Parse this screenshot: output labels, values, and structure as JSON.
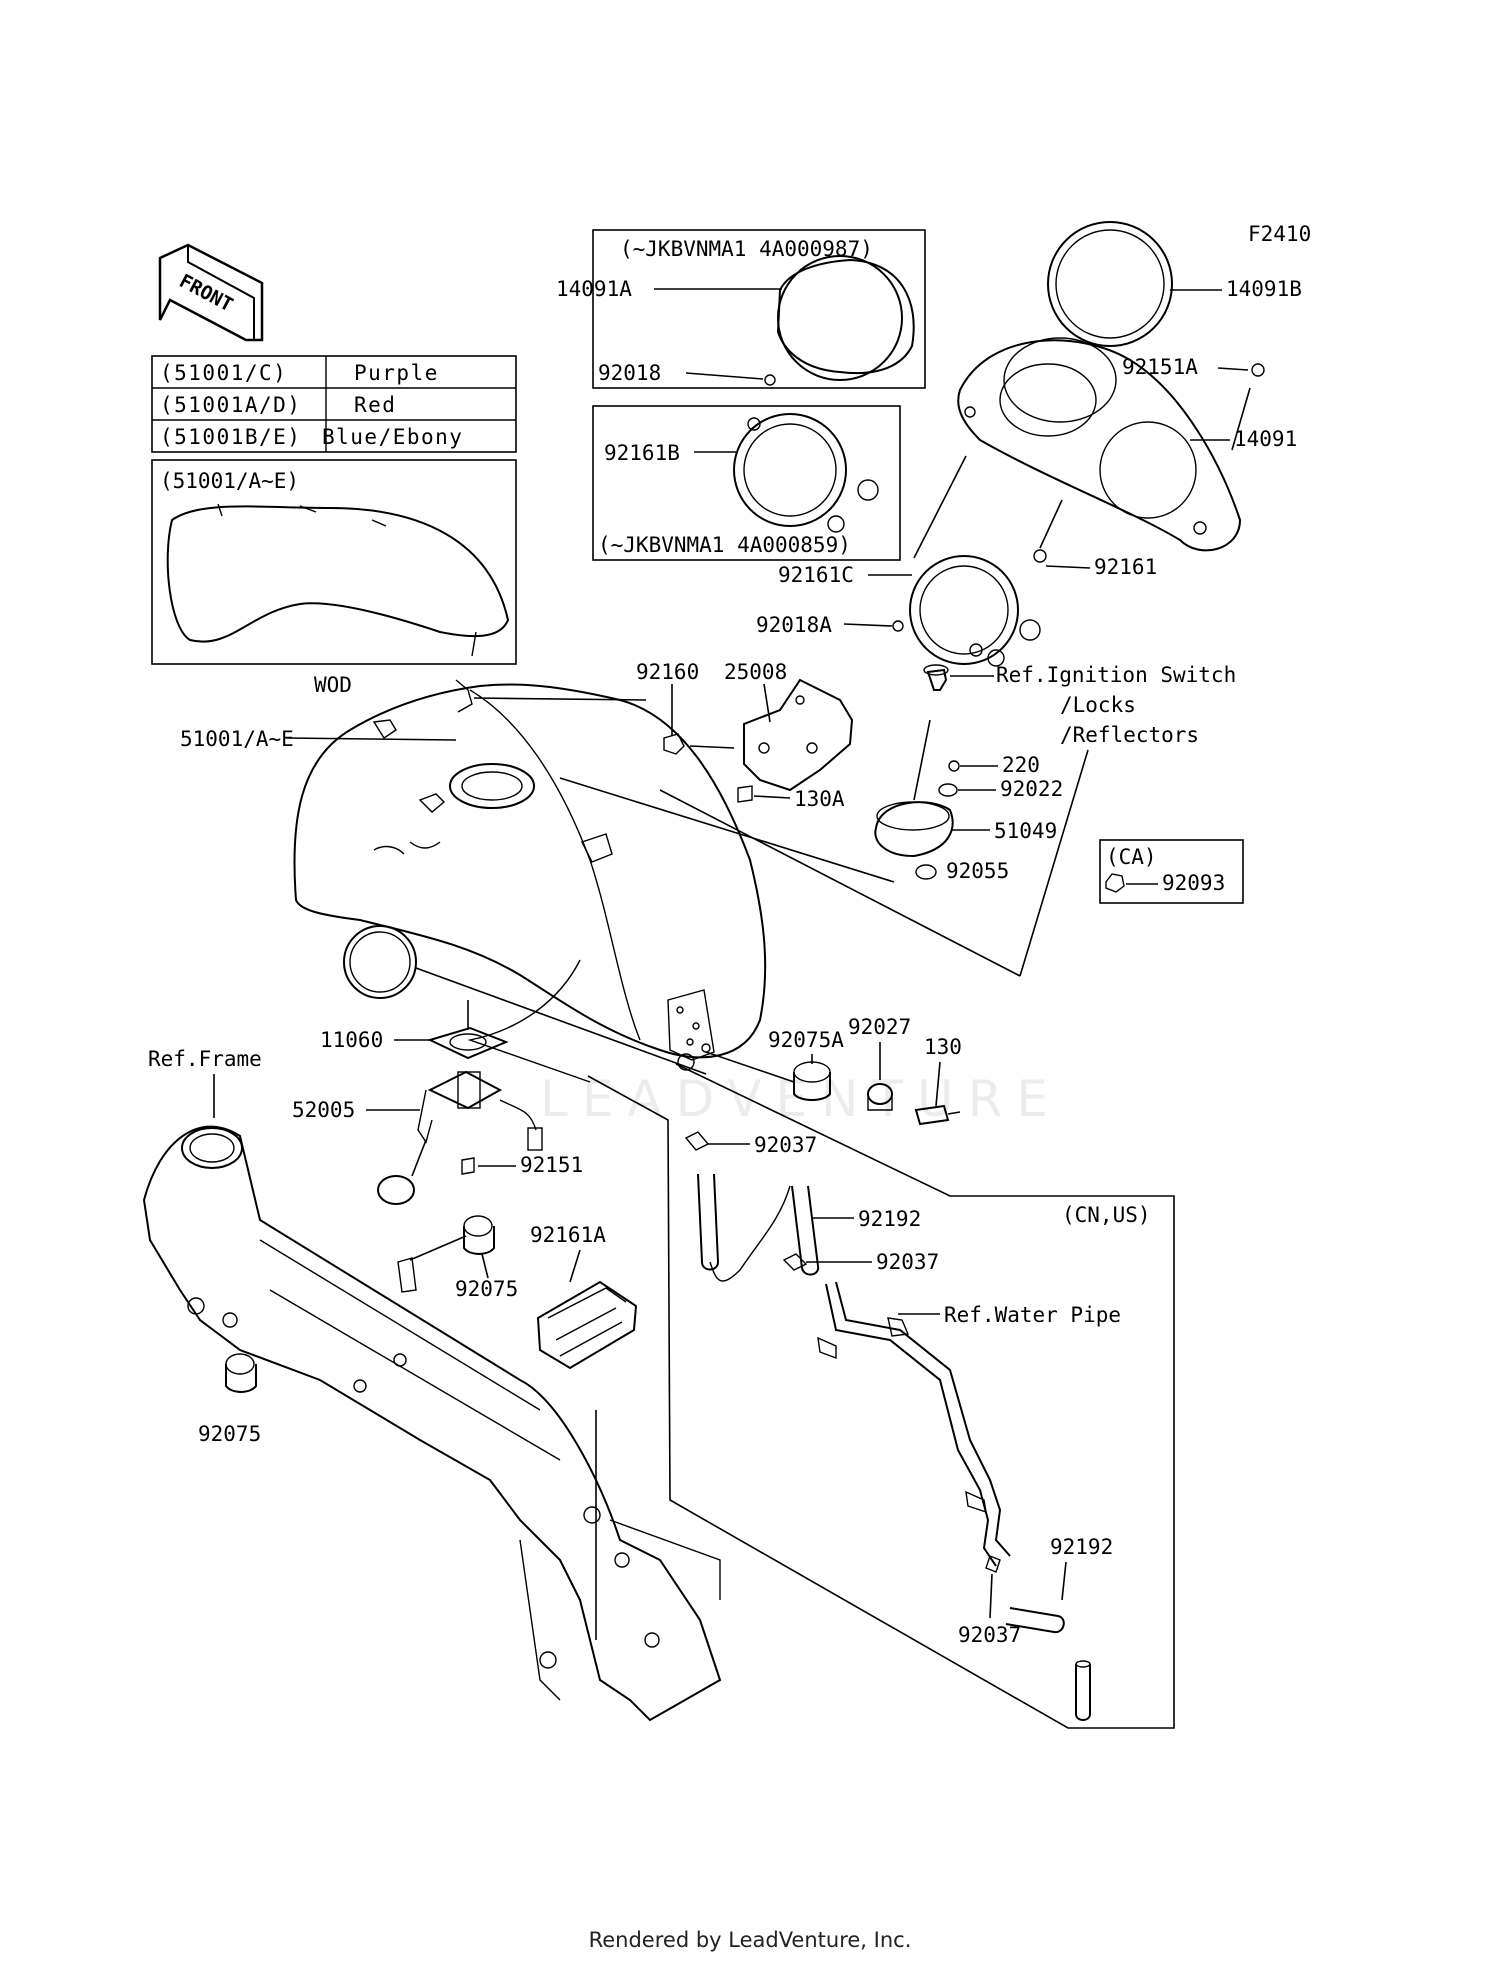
{
  "figure_code": "F2410",
  "front_label": "FRONT",
  "color_table": [
    {
      "code": "(51001/C)",
      "color": "Purple"
    },
    {
      "code": "(51001A/D)",
      "color": "Red"
    },
    {
      "code": "(51001B/E)",
      "color": "Blue/Ebony"
    }
  ],
  "tank_inset": {
    "label": "(51001/A~E)",
    "caption": "WOD"
  },
  "boxes": {
    "box1_title": "(~JKBVNMA1 4A000987)",
    "box2_title": "(~JKBVNMA1 4A000859)",
    "ca_title": "(CA)",
    "cnus_title": "(CN,US)"
  },
  "parts": {
    "p14091A": "14091A",
    "p92018": "92018",
    "p92161B": "92161B",
    "p14091B": "14091B",
    "p92151A": "92151A",
    "p14091": "14091",
    "p92161": "92161",
    "p92161C": "92161C",
    "p92018A": "92018A",
    "p92160": "92160",
    "p25008": "25008",
    "p51001AE": "51001/A~E",
    "p130A": "130A",
    "ref_ignition": "Ref.Ignition Switch",
    "ref_locks": "/Locks",
    "ref_reflectors": "/Reflectors",
    "p220": "220",
    "p92022": "92022",
    "p51049": "51049",
    "p92055": "92055",
    "p92093": "92093",
    "p11060": "11060",
    "ref_frame": "Ref.Frame",
    "p52005": "52005",
    "p92151": "92151",
    "p92075A": "92075A",
    "p92027": "92027",
    "p130": "130",
    "p92037a": "92037",
    "p92192a": "92192",
    "p92037b": "92037",
    "ref_water": "Ref.Water Pipe",
    "p92161A": "92161A",
    "p92075a": "92075",
    "p92075b": "92075",
    "p92192b": "92192",
    "p92037c": "92037"
  },
  "watermark": "LEADVENTURE",
  "footer": "Rendered by LeadVenture, Inc."
}
